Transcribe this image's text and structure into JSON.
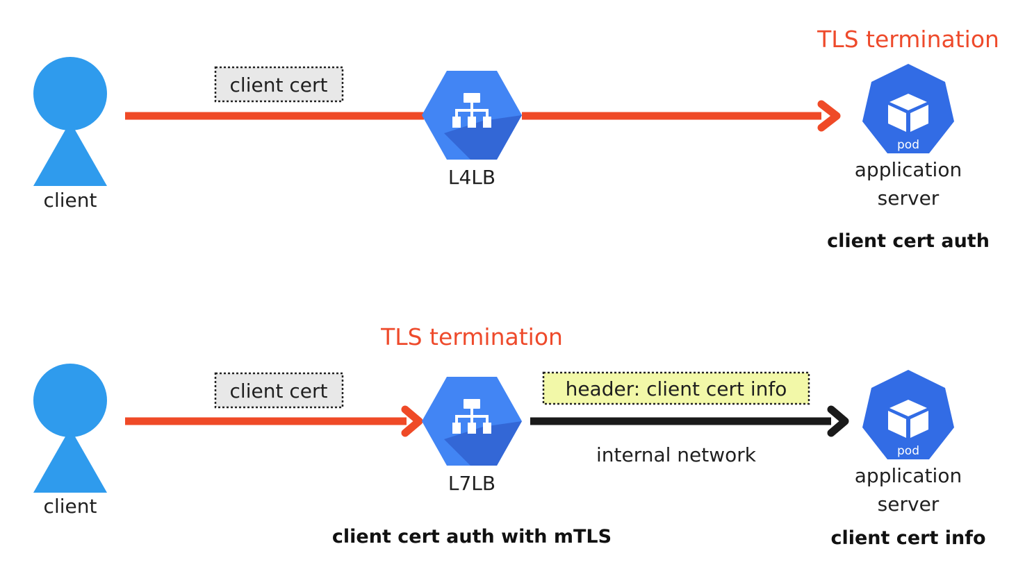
{
  "colors": {
    "client": "#2f9bed",
    "red_arrow": "#ef4a27",
    "black_arrow": "#1a1a1a",
    "lb_hex": "#4285f4",
    "lb_shade": "#3367d6",
    "pod_heptagon": "#326ce5",
    "tls_text": "#ee4a2b",
    "tag_gray": "#e8e8e8",
    "tag_yellow": "#f2f8a8"
  },
  "icons": {
    "client": "person-icon",
    "lb": "load-balancer-icon",
    "pod": "kubernetes-pod-icon"
  },
  "top": {
    "client_label": "client",
    "tag": "client cert",
    "lb_label": "L4LB",
    "tls_label": "TLS termination",
    "pod_text": "pod",
    "server_label_line1": "application",
    "server_label_line2": "server",
    "caption": "client cert auth"
  },
  "bottom": {
    "client_label": "client",
    "tag": "client cert",
    "lb_label": "L7LB",
    "tls_label": "TLS termination",
    "header_tag": "header: client cert info",
    "network_label": "internal network",
    "pod_text": "pod",
    "server_label_line1": "application",
    "server_label_line2": "server",
    "caption_left": "client cert auth with mTLS",
    "caption_right": "client cert info"
  }
}
